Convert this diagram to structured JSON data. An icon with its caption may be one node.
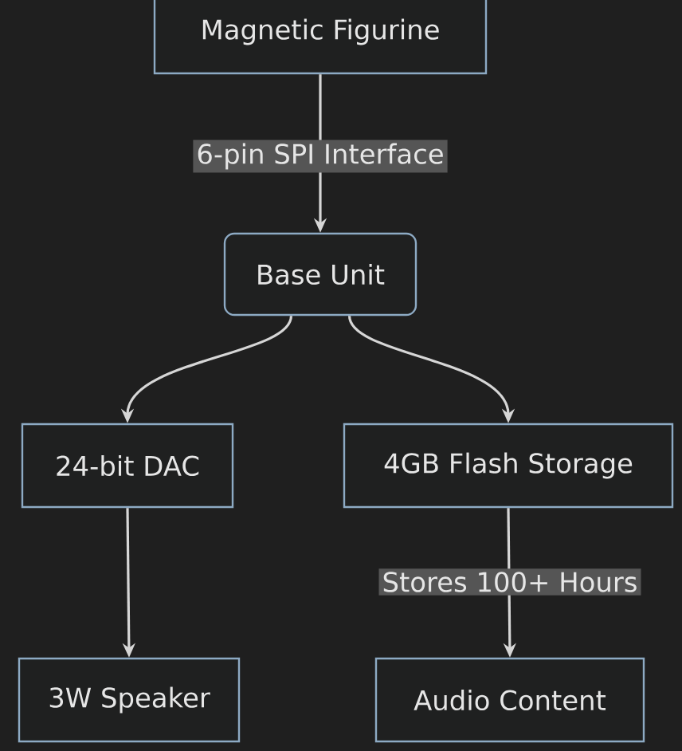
{
  "diagram": {
    "nodes": [
      {
        "text": [
          "Magnetic Figurine"
        ]
      },
      {
        "text": [
          "Base Unit"
        ]
      },
      {
        "text": [
          "24-bit DAC"
        ]
      },
      {
        "text": [
          "4GB Flash Storage"
        ]
      },
      {
        "text": [
          "3W Speaker"
        ]
      },
      {
        "text": [
          "Audio Content"
        ]
      }
    ],
    "edges": [
      {
        "from": 0,
        "to": 1,
        "arrow": "to",
        "label": "6-pin SPI Interface"
      },
      {
        "from": 1,
        "to": 2,
        "arrow": "to"
      },
      {
        "from": 1,
        "to": 3,
        "arrow": "to"
      },
      {
        "from": 2,
        "to": 4,
        "arrow": "to"
      },
      {
        "from": 3,
        "to": 5,
        "arrow": "to",
        "label": "Stores 100+ Hours"
      }
    ]
  }
}
